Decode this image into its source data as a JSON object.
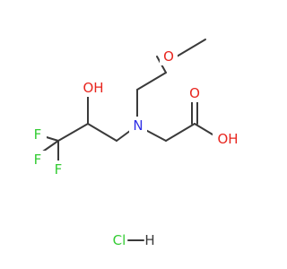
{
  "molecule": {
    "atoms": {
      "methoxy_o": {
        "label": "O",
        "color": "#e8261f"
      },
      "hydroxyl_oh": {
        "label": "OH",
        "color": "#e8261f"
      },
      "amine_n": {
        "label": "N",
        "color": "#2f2fe6"
      },
      "carbonyl_o": {
        "label": "O",
        "color": "#e8261f"
      },
      "acid_oh": {
        "label": "OH",
        "color": "#e8261f"
      },
      "fluorine_1": {
        "label": "F",
        "color": "#33cc33"
      },
      "fluorine_2": {
        "label": "F",
        "color": "#33cc33"
      },
      "fluorine_3": {
        "label": "F",
        "color": "#33cc33"
      }
    },
    "salt": {
      "cl": "Cl",
      "h": "H",
      "cl_color": "#33cc33",
      "h_color": "#3a3a3a"
    },
    "bond_color": "#3a3a3a"
  }
}
